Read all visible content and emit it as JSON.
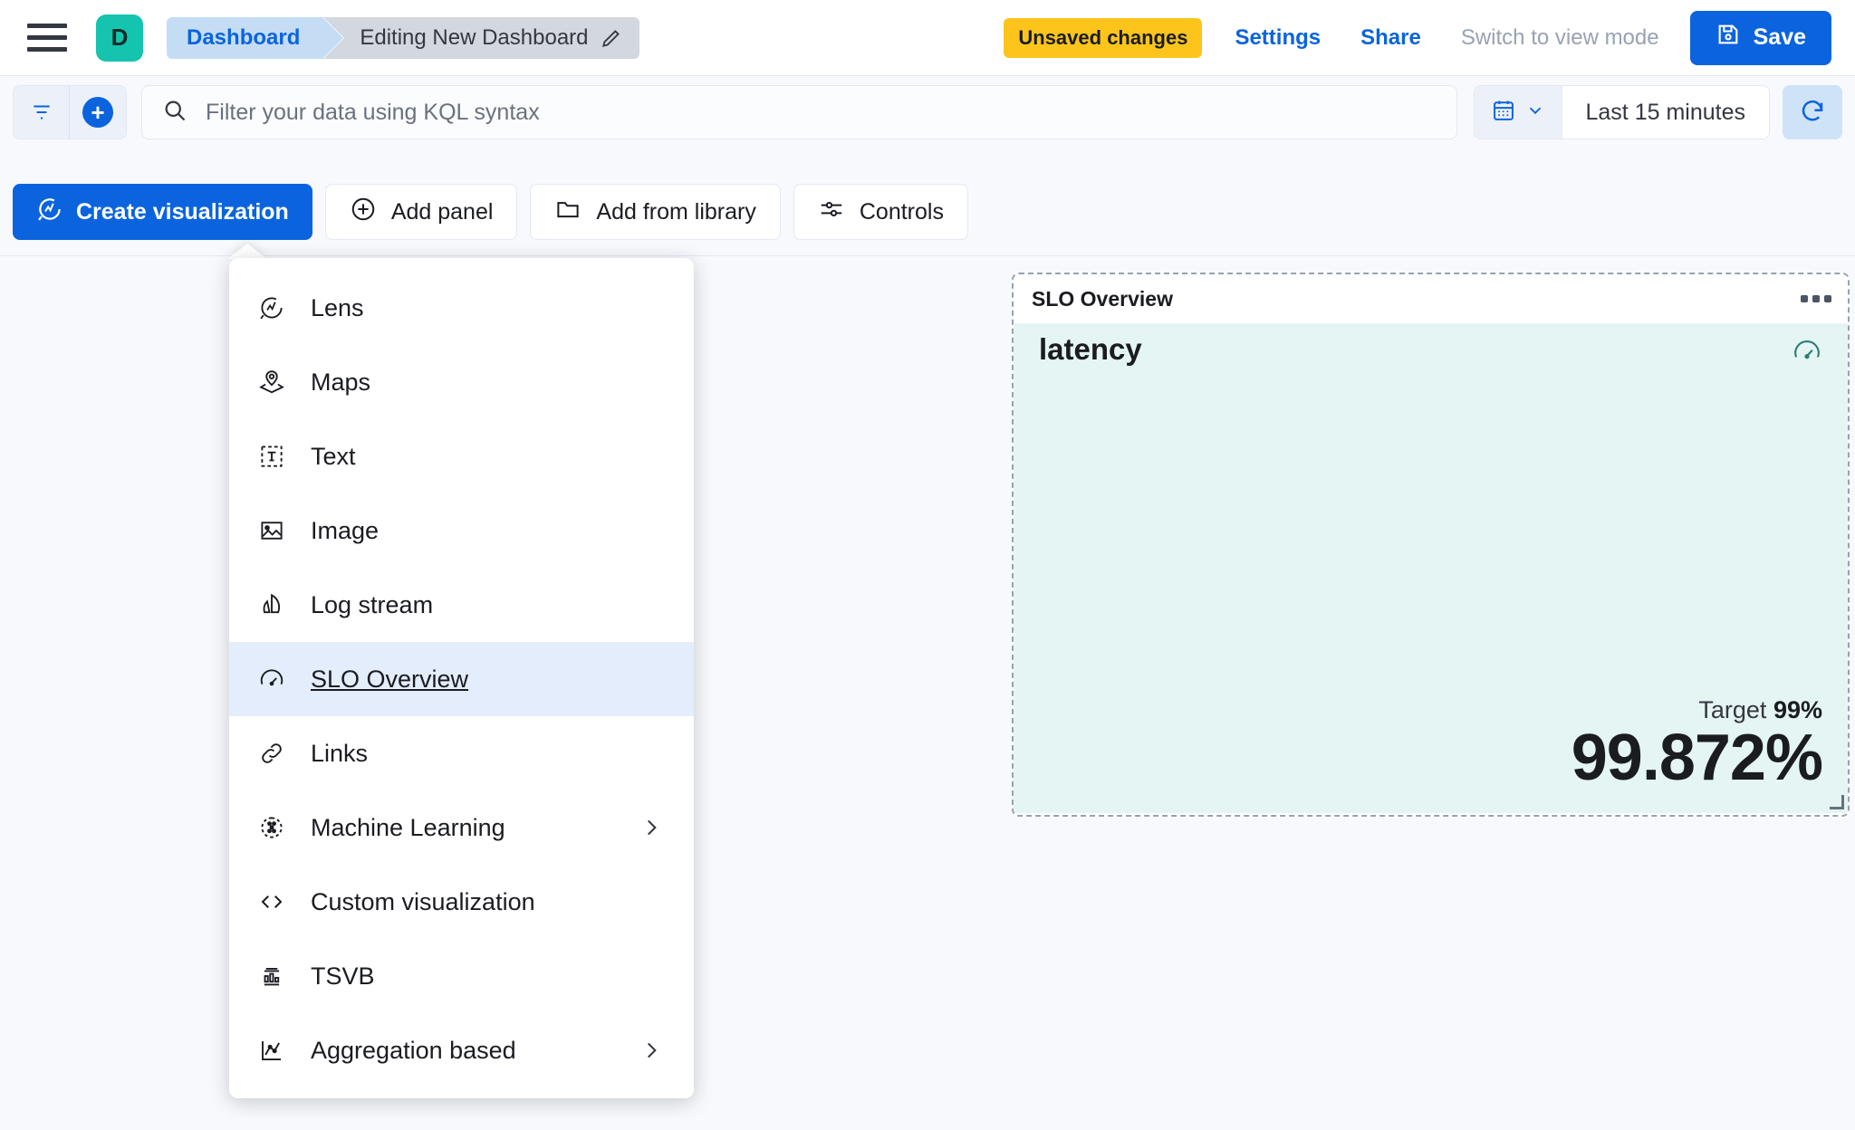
{
  "header": {
    "menu_icon": "hamburger-icon",
    "space_initial": "D",
    "breadcrumb_root": "Dashboard",
    "breadcrumb_current": "Editing New Dashboard",
    "edit_icon": "pencil-icon",
    "unsaved_badge": "Unsaved changes",
    "settings_link": "Settings",
    "share_link": "Share",
    "view_mode_link": "Switch to view mode",
    "save_label": "Save",
    "save_icon": "save-disk-icon",
    "accent_blue": "#0B64DD",
    "badge_yellow": "#FDC51C",
    "space_teal": "#14C4AF"
  },
  "querybar": {
    "filter_icon": "filter-icon",
    "add_filter_icon": "plus-icon",
    "search_icon": "search-icon",
    "kql_placeholder": "Filter your data using KQL syntax",
    "kql_value": "",
    "calendar_icon": "calendar-icon",
    "chevron_icon": "chevron-down-icon",
    "date_range": "Last 15 minutes",
    "refresh_icon": "refresh-icon"
  },
  "toolbar": {
    "create_visualization": "Create visualization",
    "create_visualization_icon": "lens-icon",
    "add_panel": "Add panel",
    "add_panel_icon": "plus-circle-icon",
    "add_from_library": "Add from library",
    "add_from_library_icon": "folder-icon",
    "controls": "Controls",
    "controls_icon": "sliders-icon"
  },
  "add_panel_menu": {
    "items": [
      {
        "label": "Lens",
        "icon": "lens-icon",
        "selected": false,
        "submenu": false
      },
      {
        "label": "Maps",
        "icon": "map-marker-icon",
        "selected": false,
        "submenu": false
      },
      {
        "label": "Text",
        "icon": "text-box-icon",
        "selected": false,
        "submenu": false
      },
      {
        "label": "Image",
        "icon": "image-icon",
        "selected": false,
        "submenu": false
      },
      {
        "label": "Log stream",
        "icon": "log-stream-icon",
        "selected": false,
        "submenu": false
      },
      {
        "label": "SLO Overview",
        "icon": "gauge-icon",
        "selected": true,
        "submenu": false
      },
      {
        "label": "Links",
        "icon": "link-icon",
        "selected": false,
        "submenu": false
      },
      {
        "label": "Machine Learning",
        "icon": "machine-learning-icon",
        "selected": false,
        "submenu": true
      },
      {
        "label": "Custom visualization",
        "icon": "code-icon",
        "selected": false,
        "submenu": false
      },
      {
        "label": "TSVB",
        "icon": "tsvb-chart-icon",
        "selected": false,
        "submenu": false
      },
      {
        "label": "Aggregation based",
        "icon": "aggregation-icon",
        "selected": false,
        "submenu": true
      }
    ]
  },
  "slo_panel": {
    "panel_title": "SLO Overview",
    "context_menu_icon": "grab-handle-icon",
    "metric_name": "latency",
    "gauge_icon": "gauge-icon",
    "target_label": "Target",
    "target_value": "99%",
    "current_value": "99.872%",
    "background_color": "#E4F5F3"
  }
}
